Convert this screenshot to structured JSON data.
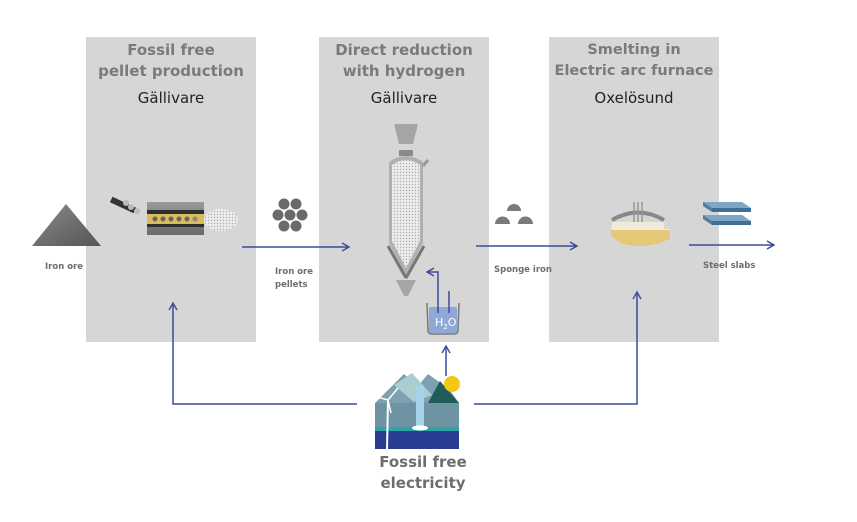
{
  "diagram": {
    "title": "Fossil free steel production process",
    "colors": {
      "panel": "#d6d6d6",
      "arrow": "#3b4a9a",
      "title_text": "#7a7a7a",
      "location_text": "#222222",
      "label_text": "#6e6e6e"
    },
    "stages": [
      {
        "title_line1": "Fossil free",
        "title_line2": "pellet production",
        "location": "Gällivare",
        "icon": "pelletizing-machine-icon"
      },
      {
        "title_line1": "Direct reduction",
        "title_line2": "with hydrogen",
        "location": "Gällivare",
        "icon": "shaft-furnace-icon"
      },
      {
        "title_line1": "Smelting in",
        "title_line2": "Electric arc furnace",
        "location": "Oxelösund",
        "icon": "electric-arc-furnace-icon"
      }
    ],
    "materials": [
      {
        "label_line1": "Iron ore",
        "label_line2": "",
        "icon": "iron-ore-pile-icon"
      },
      {
        "label_line1": "Iron ore",
        "label_line2": "pellets",
        "icon": "pellets-icon"
      },
      {
        "label_line1": "Sponge iron",
        "label_line2": "",
        "icon": "sponge-iron-icon"
      },
      {
        "label_line1": "Steel slabs",
        "label_line2": "",
        "icon": "steel-slabs-icon"
      }
    ],
    "hydrogen": {
      "formula_main": "H",
      "formula_sub": "2",
      "formula_end": "O",
      "icon": "electrolyser-icon"
    },
    "energy": {
      "label_line1": "Fossil free",
      "label_line2": "electricity",
      "icon": "renewable-energy-icon"
    }
  }
}
